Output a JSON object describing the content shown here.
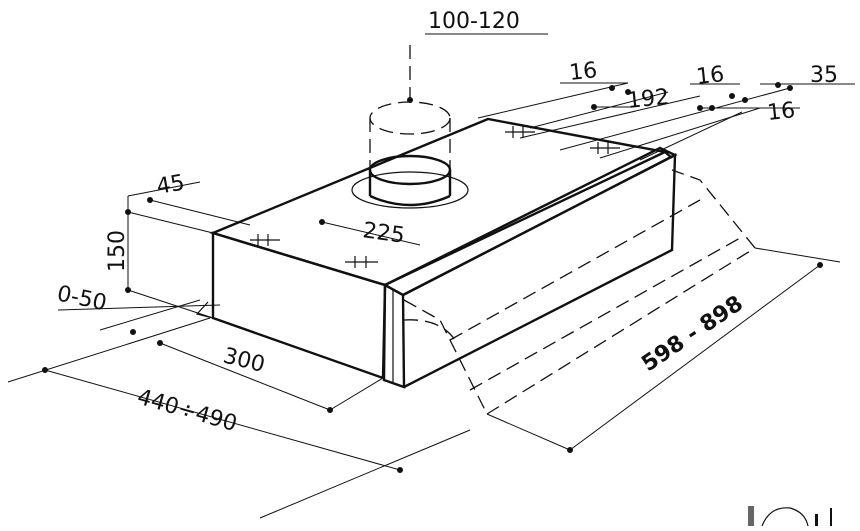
{
  "dimensions": {
    "duct_diameter": "100-120",
    "offset_16_a": "16",
    "offset_192": "192",
    "offset_16_b": "16",
    "offset_35": "35",
    "offset_16_c": "16",
    "top_45": "45",
    "height_150": "150",
    "center_225": "225",
    "gap_0_50": "0-50",
    "depth_300": "300",
    "depth_440_490": "440÷490",
    "width_598_898": "598 - 898"
  }
}
